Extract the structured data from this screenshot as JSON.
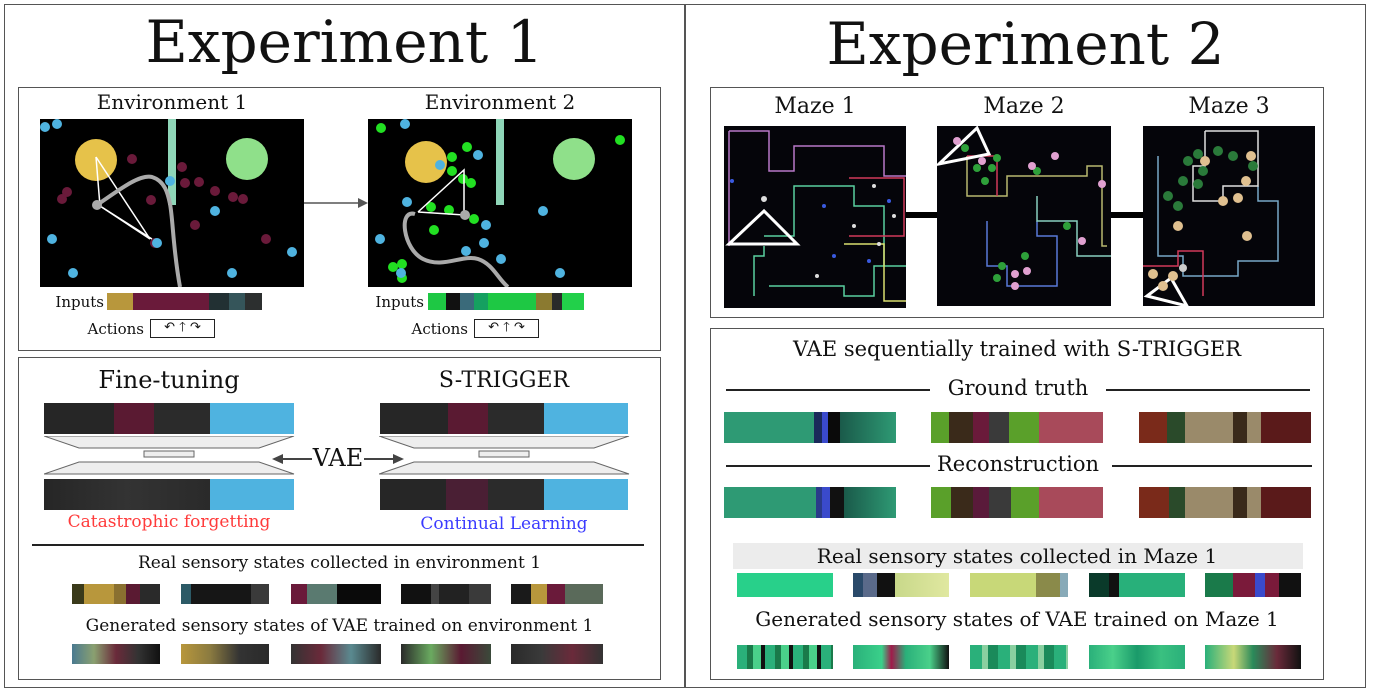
{
  "exp1": {
    "title": "Experiment 1",
    "env1_title": "Environment 1",
    "env2_title": "Environment 2",
    "inputs_label": "Inputs",
    "actions_label": "Actions",
    "finetune_title": "Fine-tuning",
    "strigger_title": "S-TRIGGER",
    "vae_label": "VAE",
    "catastrophic_label": "Catastrophic forgetting",
    "continual_label": "Continual Learning",
    "real_states_label": "Real sensory states collected in environment 1",
    "generated_states_label": "Generated sensory states of VAE trained on environment 1"
  },
  "exp2": {
    "title": "Experiment 2",
    "maze1_title": "Maze 1",
    "maze2_title": "Maze 2",
    "maze3_title": "Maze 3",
    "vae_title": "VAE sequentially trained with S-TRIGGER",
    "ground_truth_label": "Ground truth",
    "reconstruction_label": "Reconstruction",
    "real_states_label": "Real sensory states collected in Maze 1",
    "generated_states_label": "Generated sensory states of VAE trained on Maze 1"
  },
  "colors": {
    "yellow": "#e6c24a",
    "green": "#8fe08a",
    "maroon": "#6a1a3a",
    "blue": "#4fb3e0",
    "bright_green": "#22e022",
    "red_text": "#ff3b3b",
    "blue_text": "#3b3bff"
  }
}
